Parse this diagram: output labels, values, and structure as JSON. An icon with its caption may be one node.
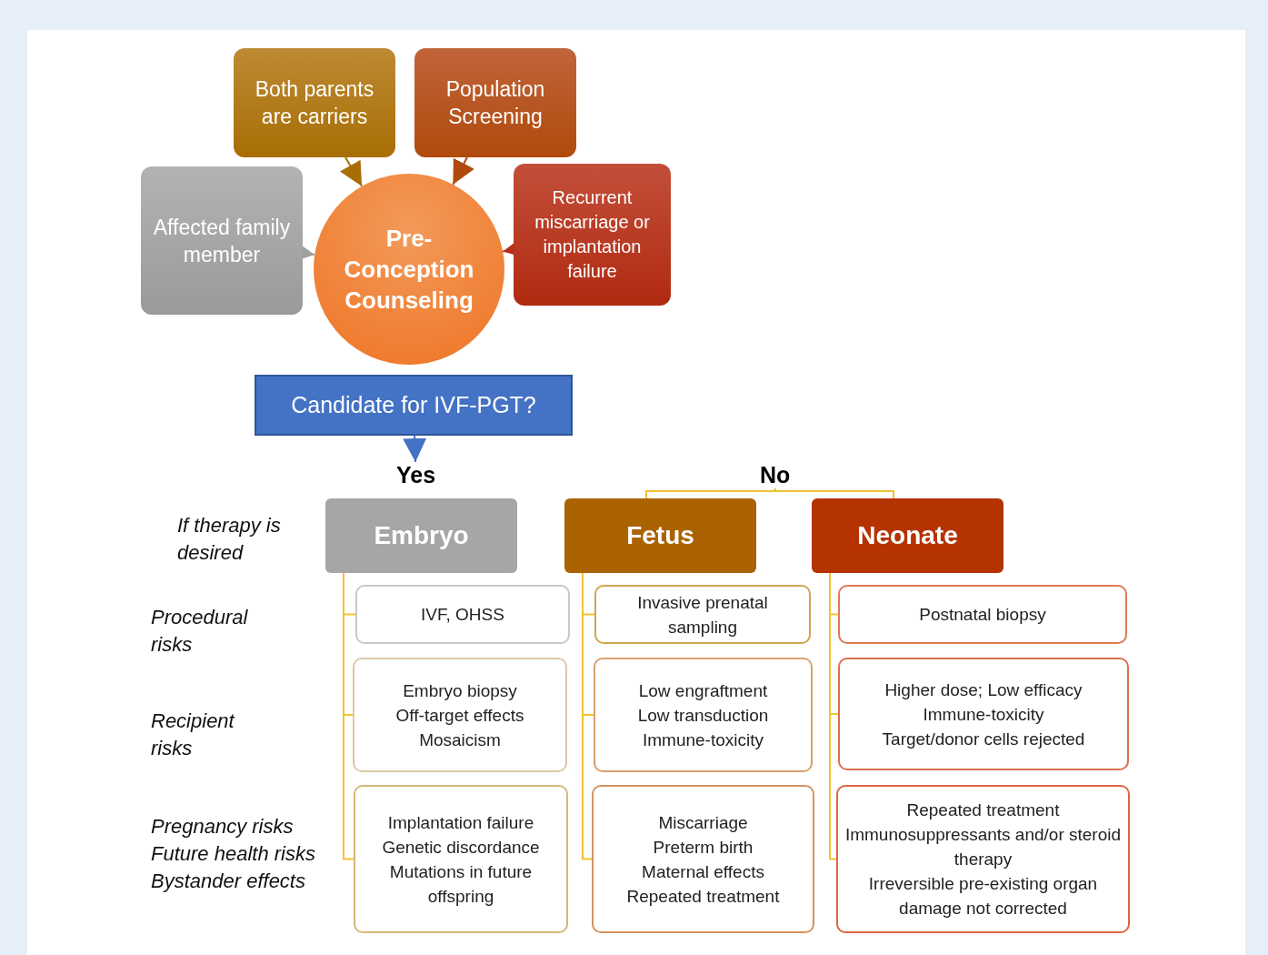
{
  "diagram": {
    "nodes": [
      {
        "text": [
          "Affected family member"
        ]
      },
      {
        "text": [
          "Both parents are carriers"
        ]
      },
      {
        "text": [
          "Population Screening"
        ]
      },
      {
        "text": [
          "Recurrent miscarriage or implantation failure"
        ]
      },
      {
        "text": [
          "Pre-Conception Counseling"
        ]
      },
      {
        "text": [
          "Candidate for IVF-PGT?"
        ]
      },
      {
        "text": [
          "Yes"
        ]
      },
      {
        "text": [
          "No"
        ]
      },
      {
        "text": [
          "Embryo"
        ]
      },
      {
        "text": [
          "Fetus"
        ]
      },
      {
        "text": [
          "Neonate"
        ]
      },
      {
        "text": [
          "IVF, OHSS"
        ]
      },
      {
        "text": [
          "Embryo biopsy",
          "Off-target effects",
          "Mosaicism"
        ]
      },
      {
        "text": [
          "Implantation failure",
          "Genetic discordance",
          "Mutations in future offspring"
        ]
      },
      {
        "text": [
          "Invasive prenatal sampling"
        ]
      },
      {
        "text": [
          "Low engraftment",
          "Low transduction",
          "Immune-toxicity"
        ]
      },
      {
        "text": [
          "Miscarriage",
          "Preterm birth",
          "Maternal effects",
          "Repeated treatment"
        ]
      },
      {
        "text": [
          "Postnatal biopsy"
        ]
      },
      {
        "text": [
          "Higher dose; Low efficacy",
          "Immune-toxicity",
          "Target/donor cells rejected"
        ]
      },
      {
        "text": [
          "Repeated treatment",
          "Immunosuppressants and/or steroid therapy",
          "Irreversible pre-existing organ damage not corrected"
        ]
      }
    ],
    "edges": [
      {
        "from": 0,
        "to": 4,
        "arrow": "to",
        "color": "#a0a0a0"
      },
      {
        "from": 1,
        "to": 4,
        "arrow": "to",
        "color": "#a86e05"
      },
      {
        "from": 2,
        "to": 4,
        "arrow": "to",
        "color": "#b04a0c"
      },
      {
        "from": 3,
        "to": 4,
        "arrow": "to",
        "color": "#b3301a"
      },
      {
        "from": 5,
        "to": 6,
        "arrow": "to",
        "color": "#4472c4"
      },
      {
        "from": 7,
        "to": 9,
        "arrow": "none"
      },
      {
        "from": 7,
        "to": 10,
        "arrow": "none"
      },
      {
        "from": 8,
        "to": 11,
        "arrow": "none"
      },
      {
        "from": 8,
        "to": 12,
        "arrow": "none"
      },
      {
        "from": 8,
        "to": 13,
        "arrow": "none"
      },
      {
        "from": 9,
        "to": 14,
        "arrow": "none"
      },
      {
        "from": 9,
        "to": 15,
        "arrow": "none"
      },
      {
        "from": 9,
        "to": 16,
        "arrow": "none"
      },
      {
        "from": 10,
        "to": 17,
        "arrow": "none"
      },
      {
        "from": 10,
        "to": 18,
        "arrow": "none"
      },
      {
        "from": 10,
        "to": 19,
        "arrow": "none"
      }
    ],
    "labels": [
      "If therapy is desired",
      "Procedural risks",
      "Recipient risks",
      "Pregnancy risks",
      "Future health risks",
      "Bystander effects"
    ]
  }
}
